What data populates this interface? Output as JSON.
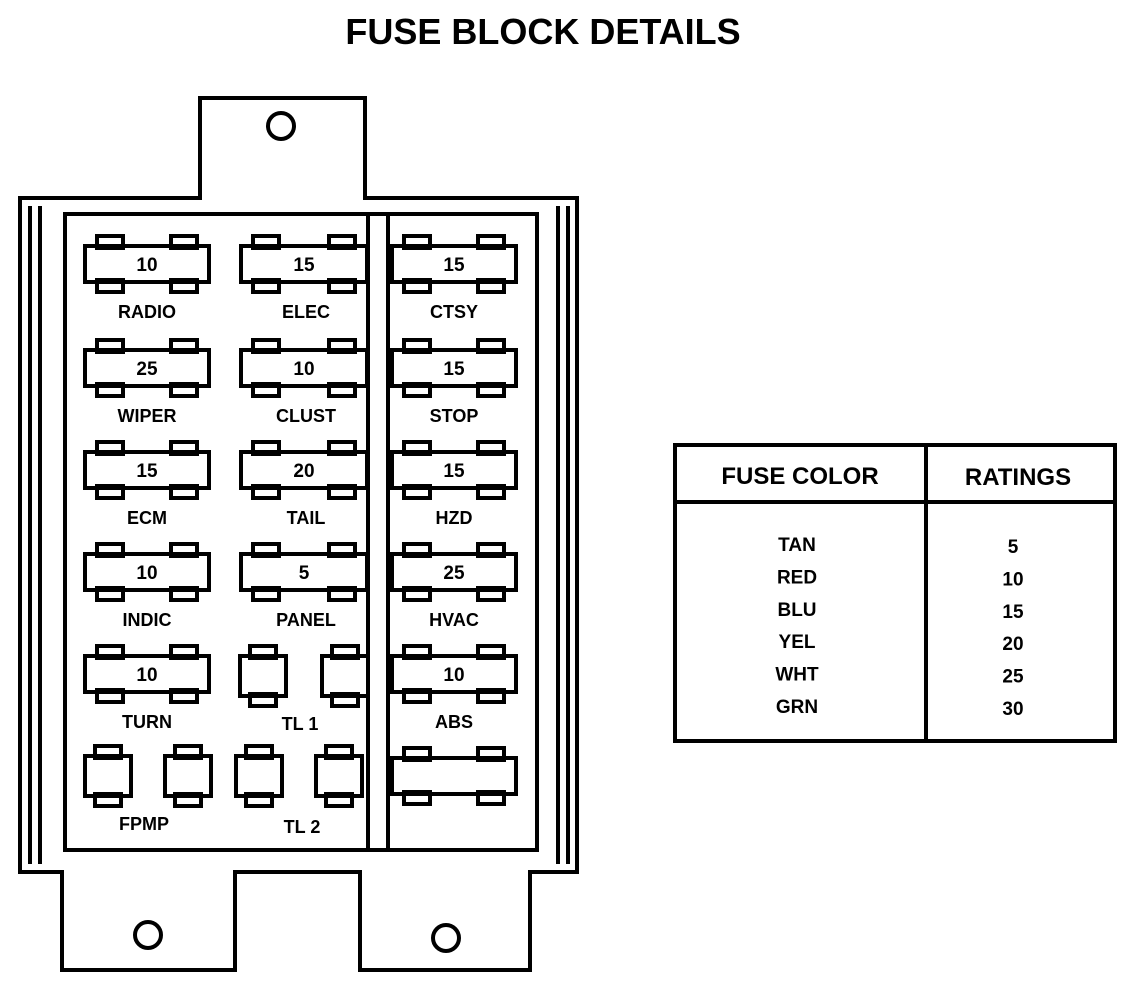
{
  "title": "FUSE BLOCK DETAILS",
  "fuses": [
    {
      "id": "radio",
      "value": "10",
      "label": "RADIO"
    },
    {
      "id": "elec",
      "value": "15",
      "label": "ELEC"
    },
    {
      "id": "ctsy",
      "value": "15",
      "label": "CTSY"
    },
    {
      "id": "wiper",
      "value": "25",
      "label": "WIPER"
    },
    {
      "id": "clust",
      "value": "10",
      "label": "CLUST"
    },
    {
      "id": "stop",
      "value": "15",
      "label": "STOP"
    },
    {
      "id": "ecm",
      "value": "15",
      "label": "ECM"
    },
    {
      "id": "tail",
      "value": "20",
      "label": "TAIL"
    },
    {
      "id": "hzd",
      "value": "15",
      "label": "HZD"
    },
    {
      "id": "indic",
      "value": "10",
      "label": "INDIC"
    },
    {
      "id": "panel",
      "value": "5",
      "label": "PANEL"
    },
    {
      "id": "hvac",
      "value": "25",
      "label": "HVAC"
    },
    {
      "id": "turn",
      "value": "10",
      "label": "TURN"
    },
    {
      "id": "abs",
      "value": "10",
      "label": "ABS"
    }
  ],
  "relays": [
    {
      "id": "tl1",
      "label": "TL 1"
    },
    {
      "id": "tl2",
      "label": "TL 2"
    },
    {
      "id": "fpmp",
      "label": "FPMP"
    }
  ],
  "table": {
    "headers": [
      "FUSE COLOR",
      "RATINGS"
    ],
    "rows": [
      {
        "color": "TAN",
        "rating": "5"
      },
      {
        "color": "RED",
        "rating": "10"
      },
      {
        "color": "BLU",
        "rating": "15"
      },
      {
        "color": "YEL",
        "rating": "20"
      },
      {
        "color": "WHT",
        "rating": "25"
      },
      {
        "color": "GRN",
        "rating": "30"
      }
    ]
  }
}
